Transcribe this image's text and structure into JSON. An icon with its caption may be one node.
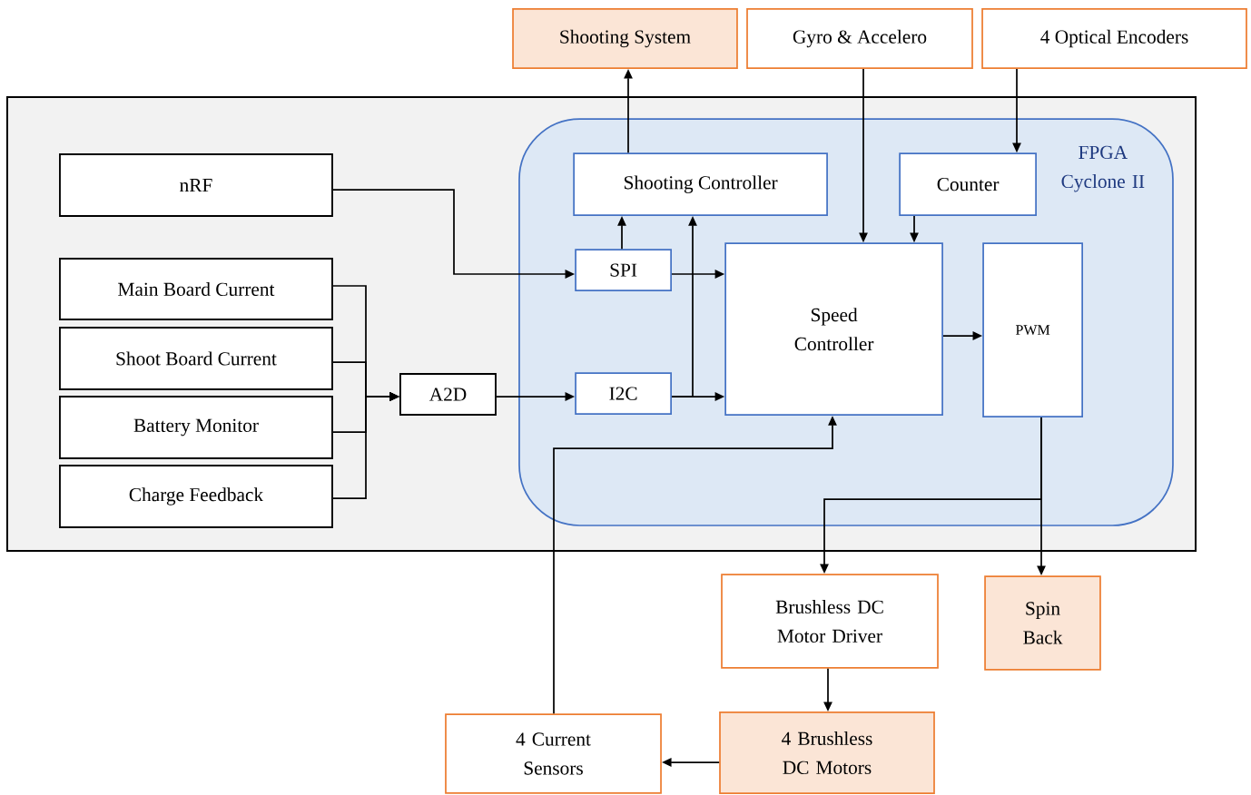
{
  "diagram": {
    "nodes": [
      {
        "text": [],
        "shape": "box"
      },
      {
        "text": [
          "FPGA Cyclone II"
        ],
        "in": 0
      },
      {
        "text": [
          "Shooting System"
        ]
      },
      {
        "text": [
          "Gyro & Accelero"
        ]
      },
      {
        "text": [
          "4 Optical Encoders"
        ]
      },
      {
        "text": [
          "nRF"
        ],
        "in": 0
      },
      {
        "text": [
          "Main Board Current"
        ],
        "in": 0
      },
      {
        "text": [
          "Shoot Board Current"
        ],
        "in": 0
      },
      {
        "text": [
          "Battery Monitor"
        ],
        "in": 0
      },
      {
        "text": [
          "Charge Feedback"
        ],
        "in": 0
      },
      {
        "text": [
          "A2D"
        ],
        "in": 0
      },
      {
        "text": [
          "Shooting Controller"
        ],
        "in": 1
      },
      {
        "text": [
          "Counter"
        ],
        "in": 1
      },
      {
        "text": [
          "SPI"
        ],
        "in": 1
      },
      {
        "text": [
          "I2C"
        ],
        "in": 1
      },
      {
        "text": [
          "Speed Controller"
        ],
        "in": 1
      },
      {
        "text": [
          "PWM"
        ],
        "in": 1
      },
      {
        "text": [
          "Brushless DC Motor Driver"
        ]
      },
      {
        "text": [
          "Spin Back"
        ]
      },
      {
        "text": [
          "4 Current Sensors"
        ]
      },
      {
        "text": [
          "4 Brushless DC Motors"
        ]
      }
    ],
    "edges": [
      {
        "from": 11,
        "to": 2,
        "arrow": "to"
      },
      {
        "from": 3,
        "to": 15,
        "arrow": "to"
      },
      {
        "from": 4,
        "to": 12,
        "arrow": "to"
      },
      {
        "from": 12,
        "to": 15,
        "arrow": "to"
      },
      {
        "from": 5,
        "to": 13,
        "arrow": "to"
      },
      {
        "from": 6,
        "to": 10,
        "arrow": "to"
      },
      {
        "from": 7,
        "to": 10,
        "arrow": "to"
      },
      {
        "from": 8,
        "to": 10,
        "arrow": "to"
      },
      {
        "from": 9,
        "to": 10,
        "arrow": "to"
      },
      {
        "from": 10,
        "to": 14,
        "arrow": "to"
      },
      {
        "from": 13,
        "to": 11,
        "arrow": "to"
      },
      {
        "from": 13,
        "to": 15,
        "arrow": "to"
      },
      {
        "from": 14,
        "to": 11,
        "arrow": "to"
      },
      {
        "from": 14,
        "to": 15,
        "arrow": "to"
      },
      {
        "from": 15,
        "to": 16,
        "arrow": "to"
      },
      {
        "from": 16,
        "to": 18,
        "arrow": "to"
      },
      {
        "from": 16,
        "to": 17,
        "arrow": "to"
      },
      {
        "from": 17,
        "to": 20,
        "arrow": "to"
      },
      {
        "from": 20,
        "to": 19,
        "arrow": "to"
      },
      {
        "from": 19,
        "to": 15,
        "arrow": "to"
      }
    ]
  }
}
